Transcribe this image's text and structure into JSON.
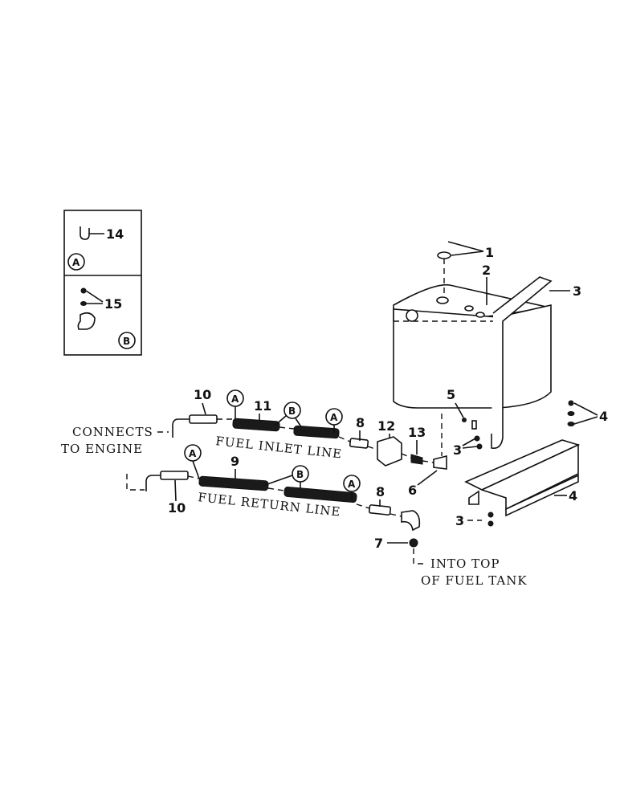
{
  "inset": {
    "a_label": "A",
    "b_label": "B",
    "part_14": "14",
    "part_15": "15"
  },
  "callouts": {
    "p1": "1",
    "p2": "2",
    "p3a": "3",
    "p3b": "3",
    "p3c": "3",
    "p4a": "4",
    "p4b": "4",
    "p5": "5",
    "p6": "6",
    "p7": "7",
    "p8a": "8",
    "p8b": "8",
    "p9": "9",
    "p10a": "10",
    "p10b": "10",
    "p11": "11",
    "p12": "12",
    "p13": "13"
  },
  "clip_markers": {
    "inlet_a1": "A",
    "inlet_b": "B",
    "inlet_a2": "A",
    "return_a1": "A",
    "return_b": "B",
    "return_a2": "A"
  },
  "captions": {
    "inlet_line": "FUEL INLET LINE",
    "return_line": "FUEL RETURN LINE",
    "connects_1": "CONNECTS",
    "connects_2": "TO ENGINE",
    "into_top_1": "INTO TOP",
    "into_top_2": "OF FUEL TANK"
  }
}
